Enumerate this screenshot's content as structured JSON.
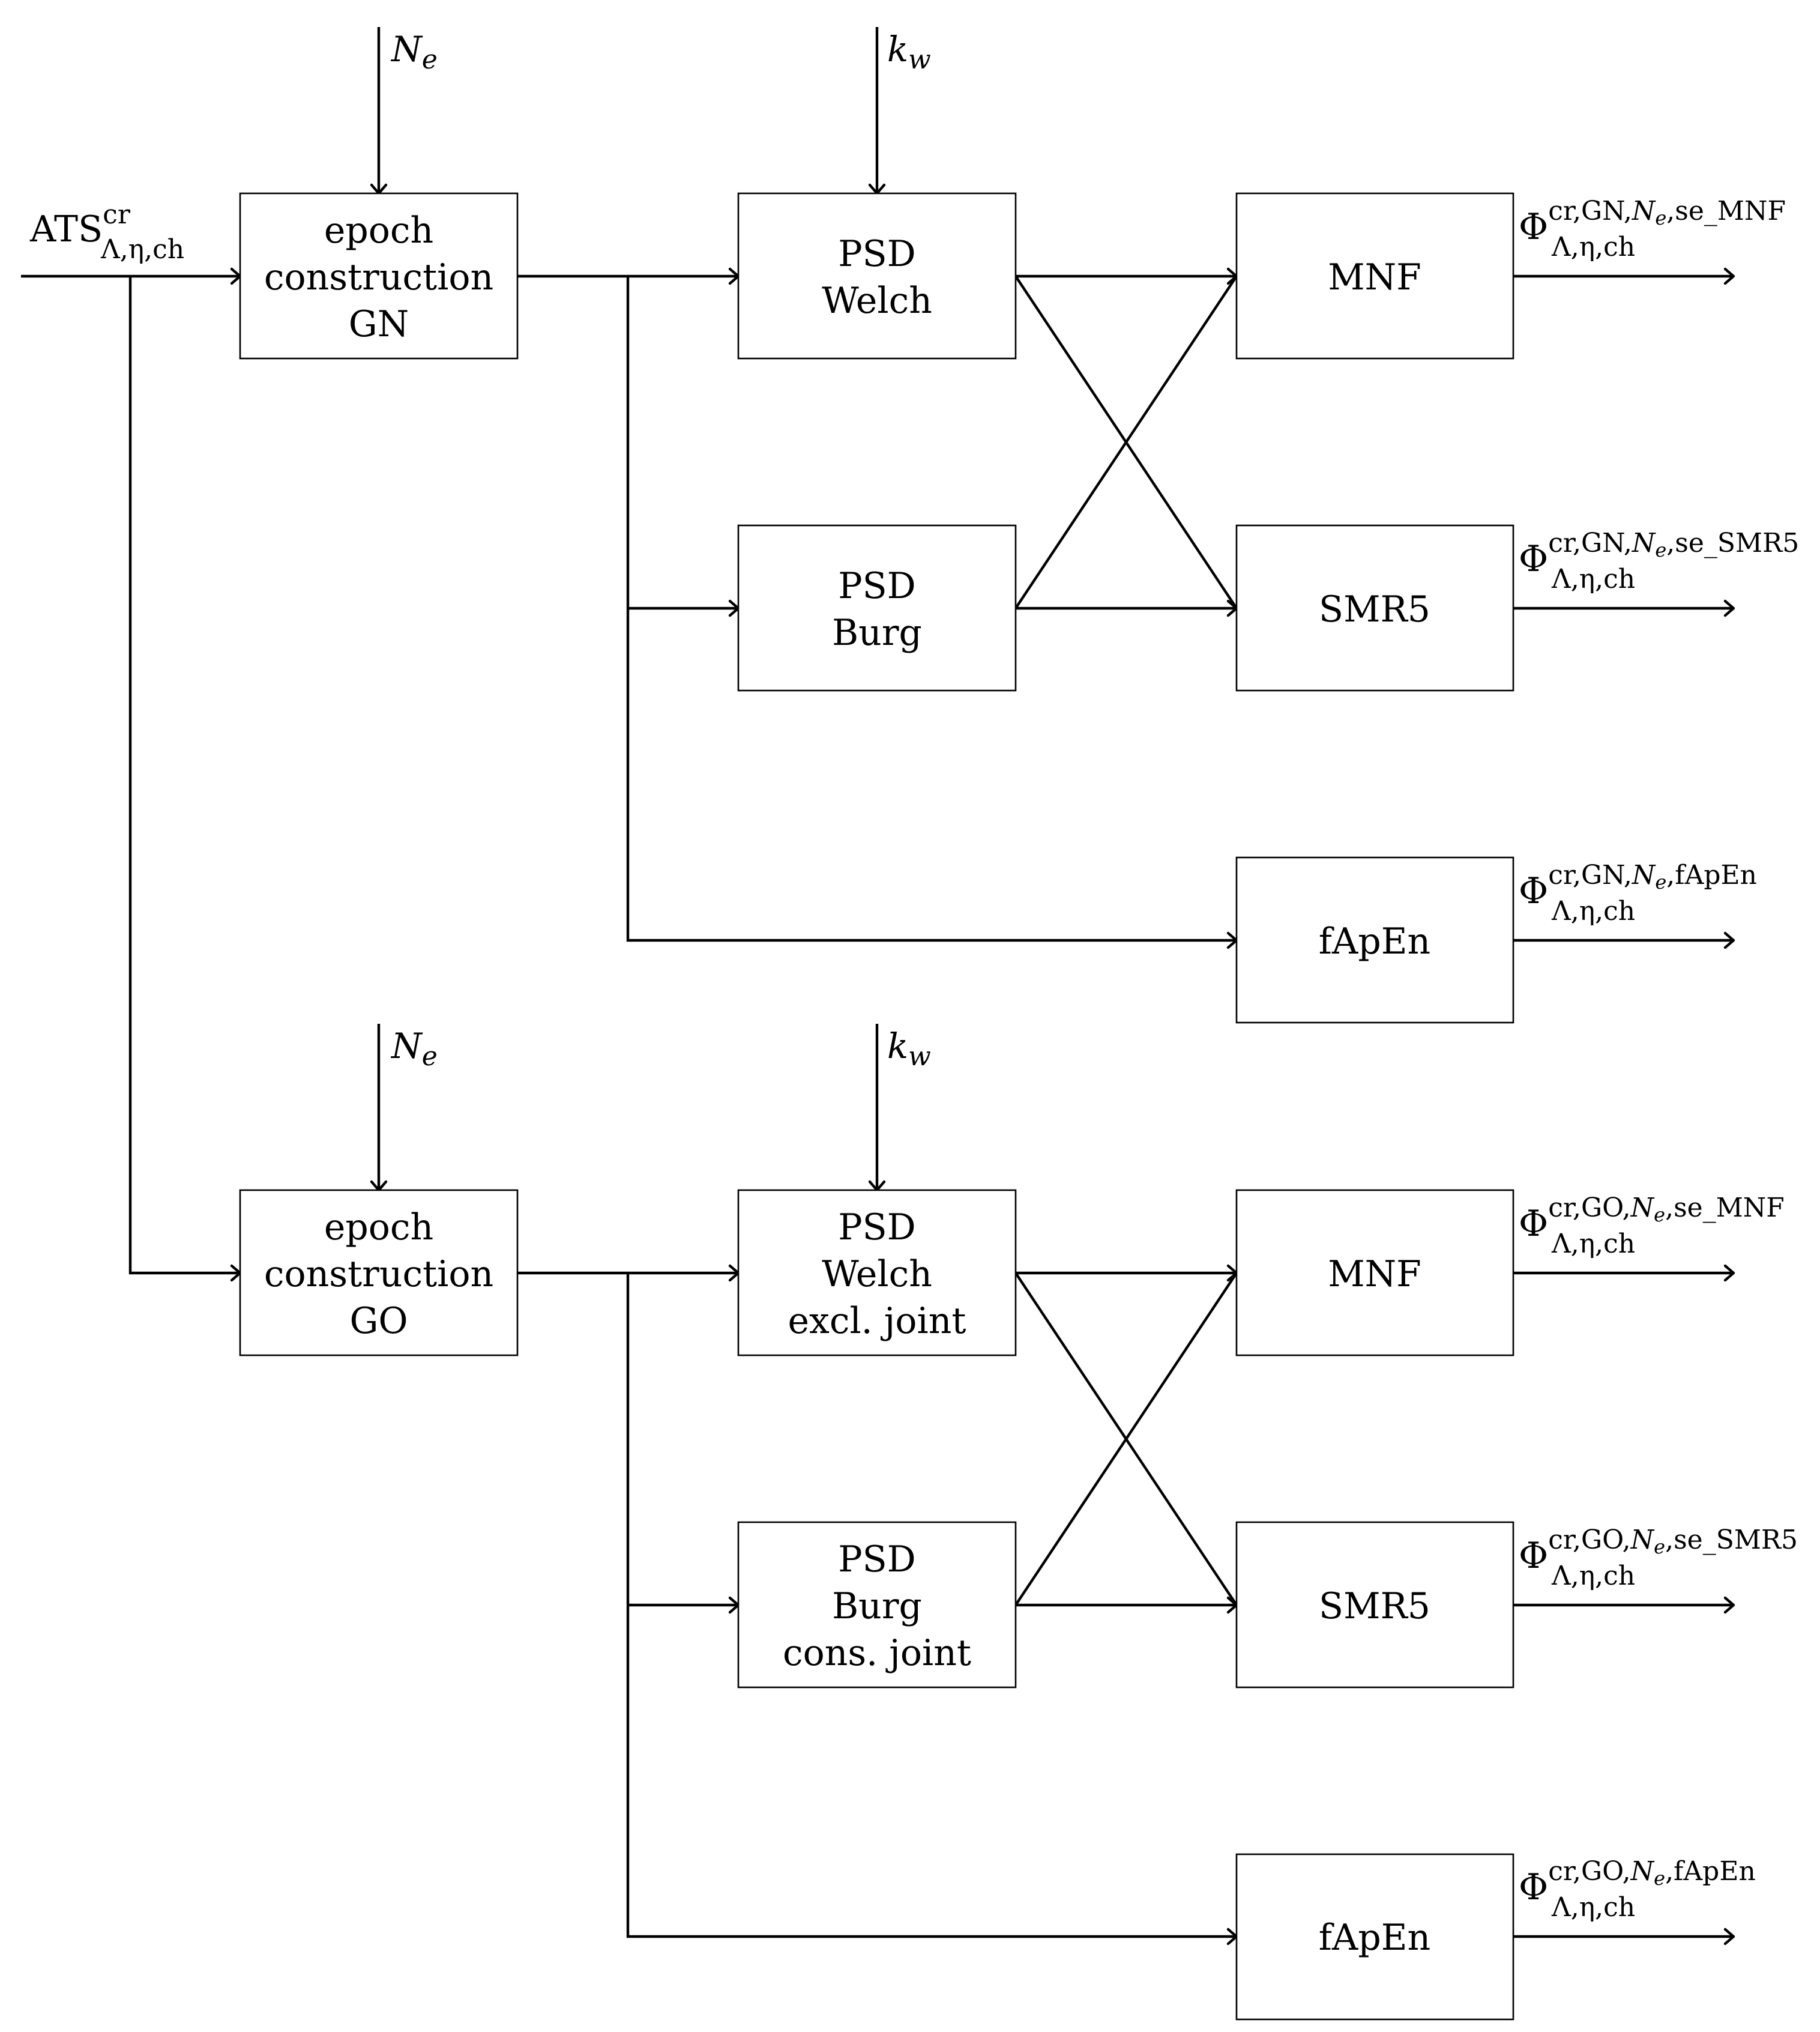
{
  "diagram": {
    "input": {
      "base": "ATS",
      "sup": "cr",
      "sub": "Λ,η,ch"
    },
    "params": {
      "epoch": "N_e",
      "window": "k_w"
    },
    "sections": [
      {
        "id": "GN",
        "epoch_block": [
          "epoch",
          "construction",
          "GN"
        ],
        "param_epoch": {
          "base": "N",
          "sub": "e"
        },
        "param_window": {
          "base": "k",
          "sub": "w"
        },
        "psd_a": [
          "PSD",
          "Welch"
        ],
        "psd_b": [
          "PSD",
          "Burg"
        ],
        "feature_blocks": [
          "MNF",
          "SMR5",
          "fApEn"
        ],
        "outputs": [
          {
            "base": "Φ",
            "sup_pre": "cr,GN,",
            "sup_it": "N",
            "sup_it_sub": "e",
            "sup_post": ",se_MNF",
            "sub": "Λ,η,ch"
          },
          {
            "base": "Φ",
            "sup_pre": "cr,GN,",
            "sup_it": "N",
            "sup_it_sub": "e",
            "sup_post": ",se_SMR5",
            "sub": "Λ,η,ch"
          },
          {
            "base": "Φ",
            "sup_pre": "cr,GN,",
            "sup_it": "N",
            "sup_it_sub": "e",
            "sup_post": ",fApEn",
            "sub": "Λ,η,ch"
          }
        ]
      },
      {
        "id": "GO",
        "epoch_block": [
          "epoch",
          "construction",
          "GO"
        ],
        "param_epoch": {
          "base": "N",
          "sub": "e"
        },
        "param_window": {
          "base": "k",
          "sub": "w"
        },
        "psd_a": [
          "PSD",
          "Welch",
          "excl. joint"
        ],
        "psd_b": [
          "PSD",
          "Burg",
          "cons. joint"
        ],
        "feature_blocks": [
          "MNF",
          "SMR5",
          "fApEn"
        ],
        "outputs": [
          {
            "base": "Φ",
            "sup_pre": "cr,GO,",
            "sup_it": "N",
            "sup_it_sub": "e",
            "sup_post": ",se_MNF",
            "sub": "Λ,η,ch"
          },
          {
            "base": "Φ",
            "sup_pre": "cr,GO,",
            "sup_it": "N",
            "sup_it_sub": "e",
            "sup_post": ",se_SMR5",
            "sub": "Λ,η,ch"
          },
          {
            "base": "Φ",
            "sup_pre": "cr,GO,",
            "sup_it": "N",
            "sup_it_sub": "e",
            "sup_post": ",fApEn",
            "sub": "Λ,η,ch"
          }
        ]
      }
    ]
  }
}
